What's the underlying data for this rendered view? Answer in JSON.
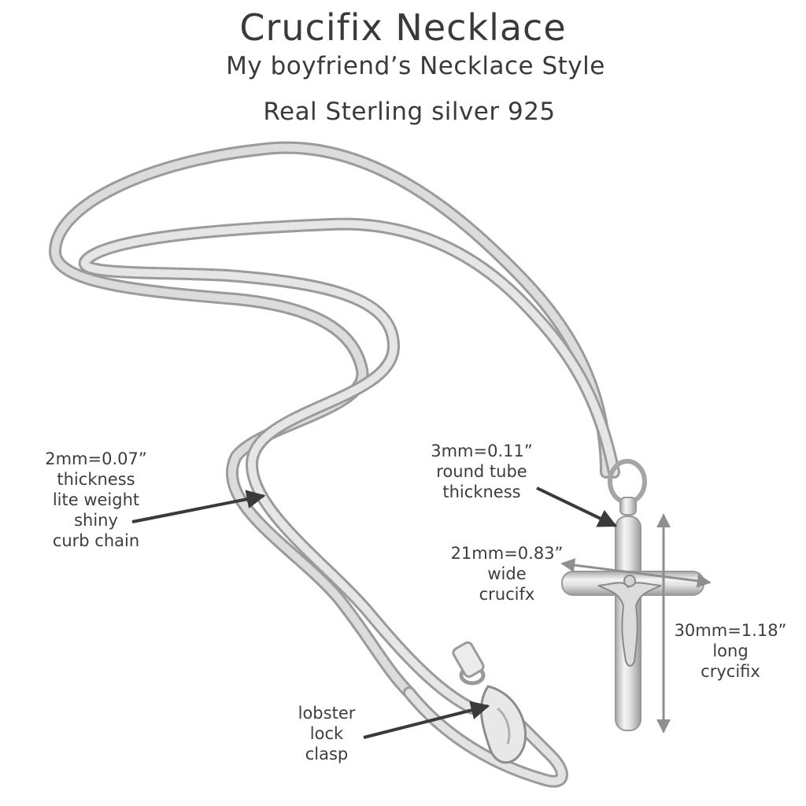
{
  "header": {
    "title": "Crucifix Necklace",
    "subtitle": "My boyfriend’s Necklace Style",
    "material": "Real Sterling silver 925"
  },
  "annotations": {
    "chain": [
      "2mm=0.07”",
      "thickness",
      "lite weight",
      "shiny",
      "curb chain"
    ],
    "tube": [
      "3mm=0.11”",
      "round tube",
      "thickness"
    ],
    "width": [
      "21mm=0.83”",
      "wide",
      "crucifx"
    ],
    "length": [
      "30mm=1.18”",
      "long",
      "crycifix"
    ],
    "clasp": [
      "lobster",
      "lock",
      "clasp"
    ]
  },
  "colors": {
    "text": "#3d3d3d",
    "arrow": "#3a3a3a",
    "dimension_line": "#8f8f8f",
    "silver": "#c9c9c9"
  },
  "icons": {
    "chain": "curb-chain-image",
    "pendant": "crucifix-pendant-image",
    "clasp": "lobster-clasp-image"
  }
}
